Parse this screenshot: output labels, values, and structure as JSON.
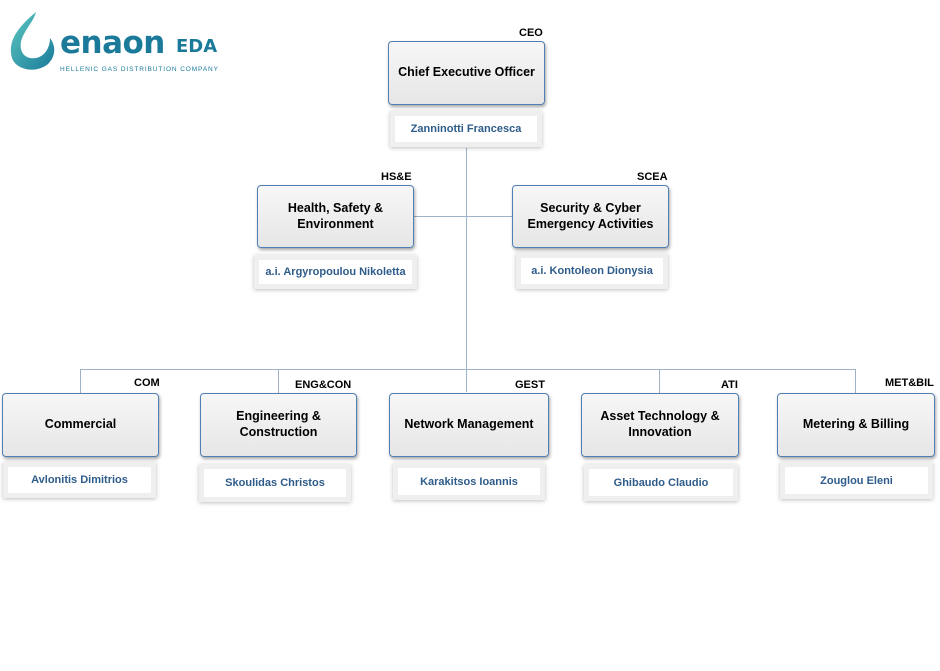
{
  "logo": {
    "name": "enaon",
    "suffix": "EDA",
    "tagline": "HELLENIC GAS DISTRIBUTION COMPANY"
  },
  "colors": {
    "box_border": "#4f7fb3",
    "name_text": "#2e5c8a",
    "connector": "#9fb3c8",
    "logo_teal": "#1b7a9a"
  },
  "ceo": {
    "code": "CEO",
    "title": "Chief Executive Officer",
    "person": "Zanninotti Francesca"
  },
  "staff": [
    {
      "code": "HS&E",
      "title": "Health, Safety & Environment",
      "person": "a.i. Argyropoulou Nikoletta"
    },
    {
      "code": "SCEA",
      "title": "Security & Cyber Emergency Activities",
      "person": "a.i. Kontoleon Dionysia"
    }
  ],
  "divisions": [
    {
      "code": "COM",
      "title": "Commercial",
      "person": "Avlonitis Dimitrios"
    },
    {
      "code": "ENG&CON",
      "title": "Engineering & Construction",
      "person": "Skoulidas Christos"
    },
    {
      "code": "GEST",
      "title": "Network Management",
      "person": "Karakitsos Ioannis"
    },
    {
      "code": "ATI",
      "title": "Asset Technology & Innovation",
      "person": "Ghibaudo Claudio"
    },
    {
      "code": "MET&BIL",
      "title": "Metering & Billing",
      "person": "Zouglou Eleni"
    }
  ]
}
